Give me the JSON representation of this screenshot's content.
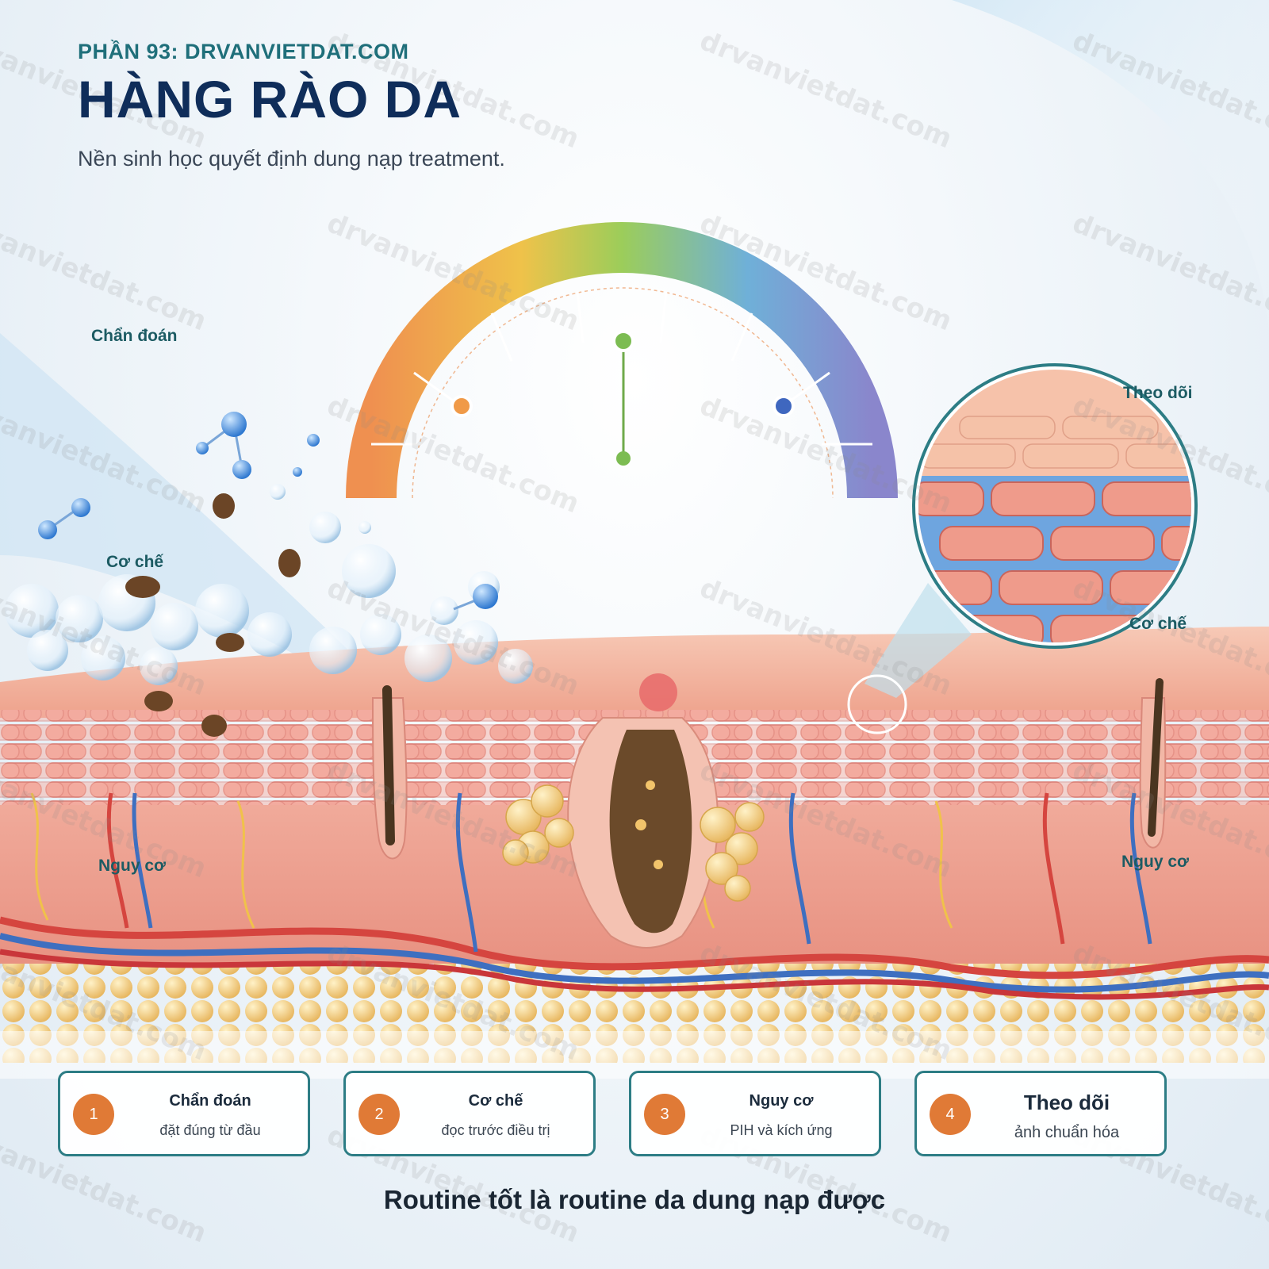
{
  "header": {
    "kicker": "PHẦN 93: DRVANVIETDAT.COM",
    "title": "HÀNG RÀO DA",
    "subtitle": "Nền sinh học quyết định dung nạp treatment."
  },
  "illustration_labels": {
    "left_top": "Chẩn đoán",
    "left_mid": "Cơ chế",
    "left_low": "Nguy cơ",
    "right_top": "Theo dõi",
    "right_mid": "Cơ chế",
    "right_low": "Nguy cơ"
  },
  "watermark": "drvanvietdat.com",
  "steps": [
    {
      "number": "1",
      "title": "Chẩn đoán",
      "desc": "đặt đúng từ đầu"
    },
    {
      "number": "2",
      "title": "Cơ chế",
      "desc": "đọc trước điều trị"
    },
    {
      "number": "3",
      "title": "Nguy cơ",
      "desc": "PIH và kích ứng"
    },
    {
      "number": "4",
      "title": "Theo dõi",
      "desc": "ảnh chuẩn hóa"
    }
  ],
  "footer": "Routine tốt là routine da dung nạp được",
  "colors": {
    "accent": "#2d7d85",
    "title": "#0f2d5a",
    "badge": "#e07a36",
    "skin": "#efa591",
    "vessel_red": "#d5453f",
    "vessel_blue": "#3e6fc0",
    "fat": "#f2d07d"
  }
}
